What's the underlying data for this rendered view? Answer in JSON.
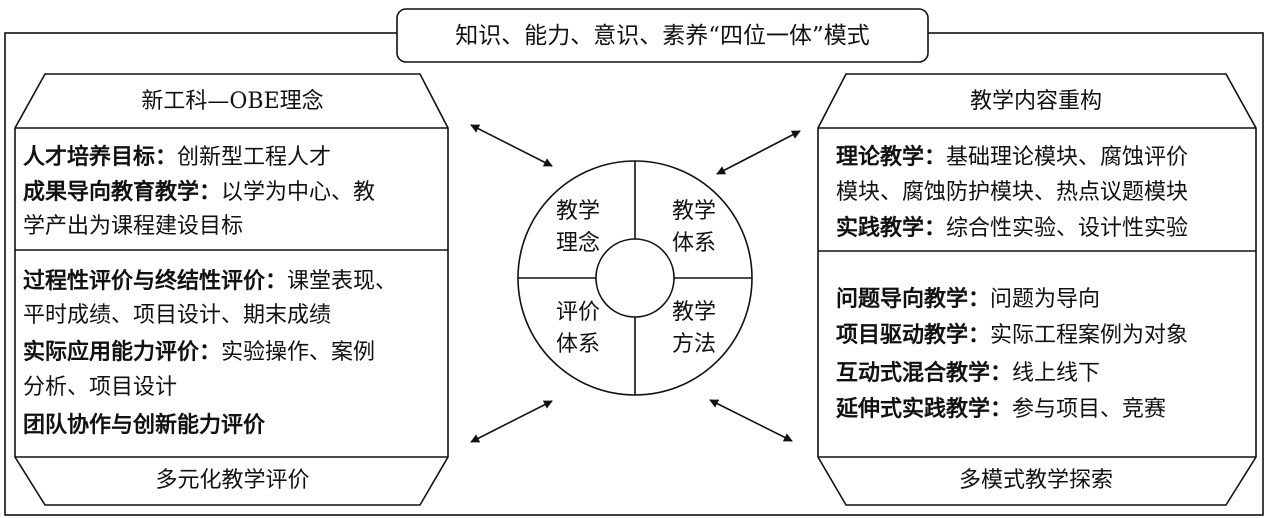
{
  "title": "知识、能力、意识、素养“四位一体”模式",
  "left_top": {
    "header": "新工科—OBE理念",
    "lines": [
      {
        "bold": "人才培养目标：",
        "text": "创新型工程人才"
      },
      {
        "bold": "成果导向教育教学：",
        "text": "以学为中心、教"
      },
      {
        "bold": "",
        "text": "学产出为课程建设目标"
      }
    ]
  },
  "left_bottom": {
    "lines": [
      {
        "bold": "过程性评价与终结性评价：",
        "text": "课堂表现、"
      },
      {
        "bold": "",
        "text": "平时成绩、项目设计、期末成绩"
      },
      {
        "bold": "实际应用能力评价：",
        "text": "实验操作、案例"
      },
      {
        "bold": "",
        "text": "分析、项目设计"
      },
      {
        "bold": "团队协作与创新能力评价",
        "text": ""
      }
    ],
    "footer": "多元化教学评价"
  },
  "right_top": {
    "header": "教学内容重构",
    "lines": [
      {
        "bold": "理论教学：",
        "text": "基础理论模块、腐蚀评价"
      },
      {
        "bold": "",
        "text": "模块、腐蚀防护模块、热点议题模块"
      },
      {
        "bold": "实践教学：",
        "text": "综合性实验、设计性实验"
      }
    ]
  },
  "right_bottom": {
    "lines": [
      {
        "bold": "问题导向教学：",
        "text": "问题为导向"
      },
      {
        "bold": "项目驱动教学：",
        "text": "实际工程案例为对象"
      },
      {
        "bold": "互动式混合教学：",
        "text": "线上线下"
      },
      {
        "bold": "延伸式实践教学：",
        "text": "参与项目、竞赛"
      }
    ],
    "footer": "多模式教学探索"
  },
  "circle": {
    "top_left": [
      "教学",
      "理念"
    ],
    "top_right": [
      "教学",
      "体系"
    ],
    "bottom_left": [
      "评价",
      "体系"
    ],
    "bottom_right": [
      "教学",
      "方法"
    ]
  }
}
